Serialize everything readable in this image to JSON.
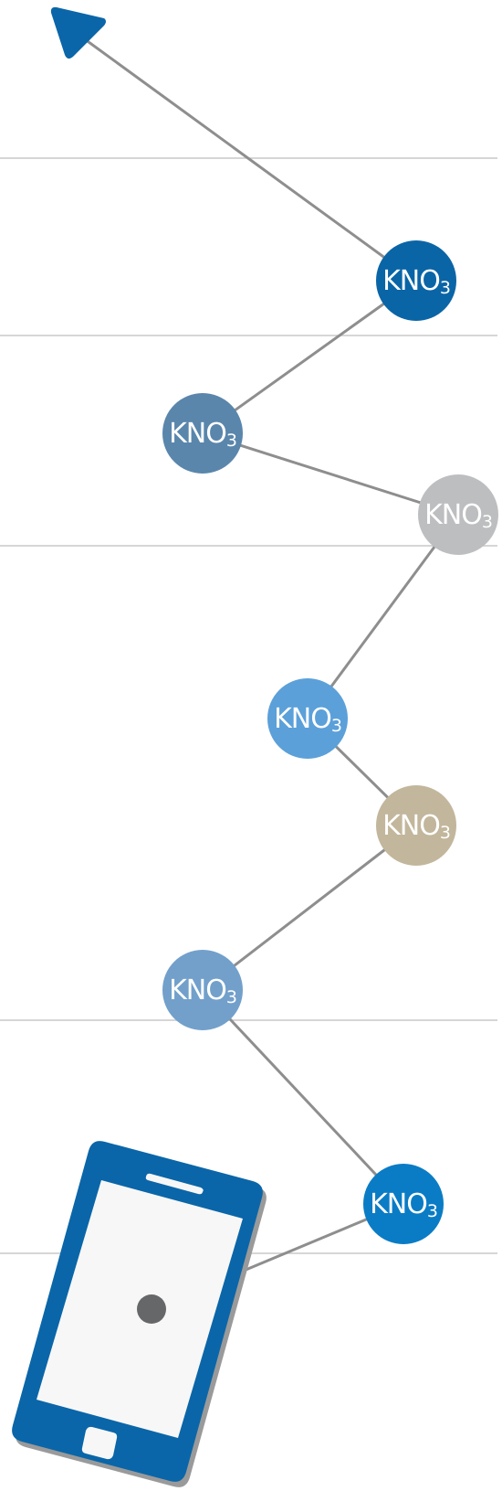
{
  "diagram": {
    "node_formula": "KNO",
    "node_subscript": "3",
    "colors": {
      "background": "#ffffff",
      "guide_line": "#c9c9c9",
      "connector": "#8e8e8e",
      "arrow": "#0a66a8",
      "phone_body": "#0a66a8",
      "phone_shadow": "#9a9a9a",
      "phone_screen": "#f7f7f7",
      "phone_dot": "#666768",
      "label_text": "#ffffff"
    },
    "nodes": [
      {
        "id": "node-1",
        "color": "#0a65a6"
      },
      {
        "id": "node-2",
        "color": "#5a86ac"
      },
      {
        "id": "node-3",
        "color": "#bdbec0"
      },
      {
        "id": "node-4",
        "color": "#5ba0d9"
      },
      {
        "id": "node-5",
        "color": "#c2b69c"
      },
      {
        "id": "node-6",
        "color": "#72a0cb"
      },
      {
        "id": "node-7",
        "color": "#0a7cc5"
      }
    ]
  }
}
